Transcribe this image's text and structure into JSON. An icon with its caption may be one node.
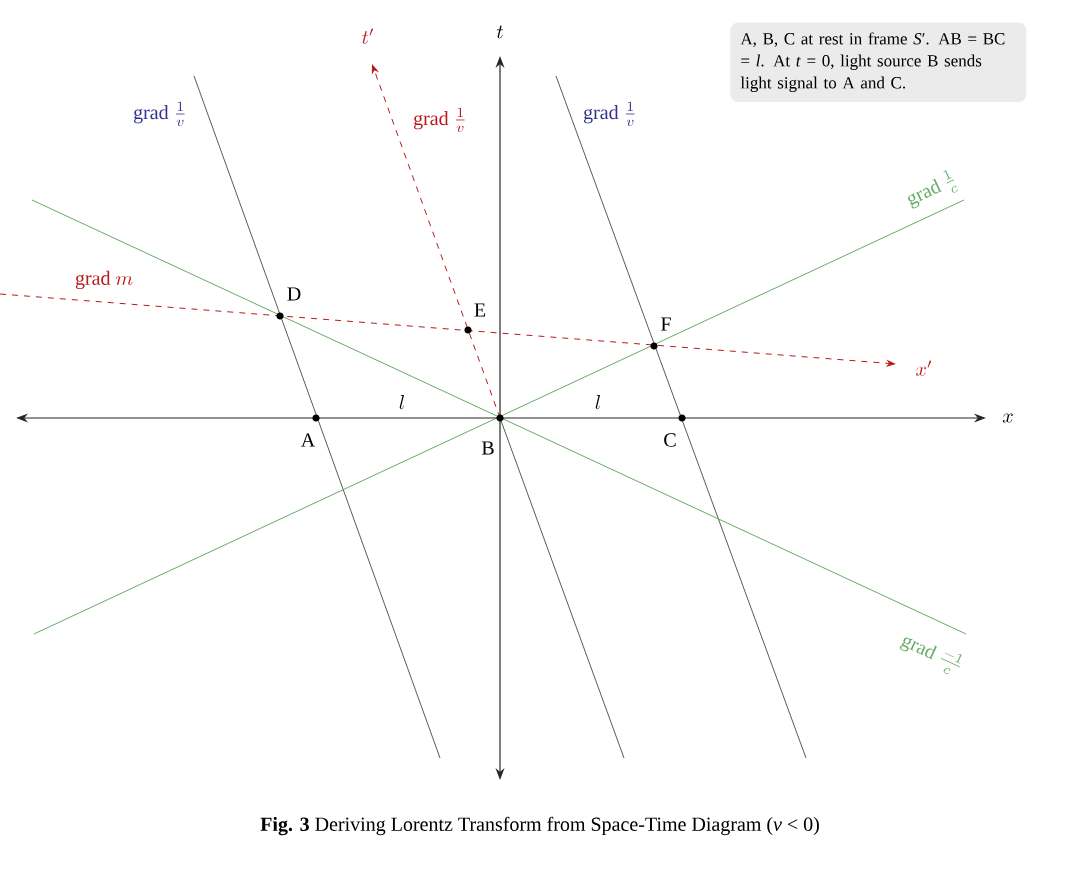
{
  "diagram": {
    "caption": "**Fig. 3** Deriving Lorentz Transform from Space-Time Diagram (*v* < 0)",
    "nodes": [
      {
        "text": [
          "A, B, C at rest in frame *S*′. AB = BC = *l*. At *t* = 0, light source B sends light signal to A and C."
        ]
      },
      {
        "text": [
          "D"
        ]
      },
      {
        "text": [
          "E"
        ]
      },
      {
        "text": [
          "F"
        ]
      },
      {
        "text": [
          "A"
        ]
      },
      {
        "text": [
          "B"
        ]
      },
      {
        "text": [
          "C"
        ]
      }
    ],
    "labels": [
      "t'",
      "t",
      "\\mathrm{grad}\\ \\frac{1}{v}",
      "\\mathrm{grad}\\ \\frac{1}{v}",
      "\\mathrm{grad}\\ \\frac{1}{v}",
      "\\mathrm{grad}\\ \\frac{1}{c}",
      "\\mathrm{grad}\\ m",
      "x'",
      "l",
      "l",
      "x",
      "\\mathrm{grad}\\ \\frac{-1}{c}"
    ]
  }
}
